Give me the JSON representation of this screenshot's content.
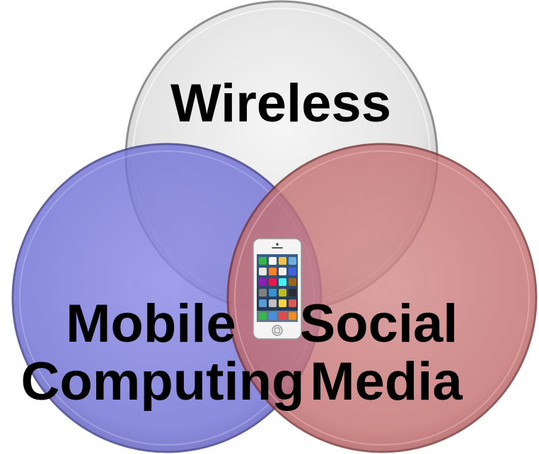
{
  "diagram": {
    "type": "venn",
    "sets": [
      {
        "label": "Wireless",
        "color": "#d8d8d8"
      },
      {
        "label": "Mobile Computing",
        "label_lines": [
          "Mobile",
          "Computing"
        ],
        "color": "#6f6fd8"
      },
      {
        "label": "Social Media",
        "label_lines": [
          "Social",
          "Media"
        ],
        "color": "#c86a6a"
      }
    ],
    "center_icon": "smartphone-icon"
  }
}
